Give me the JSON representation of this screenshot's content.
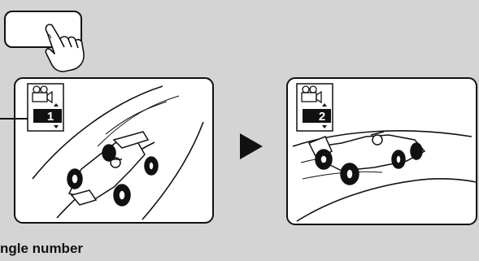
{
  "caption": {
    "text": "ngle number"
  },
  "panel_left": {
    "angle_number": "1"
  },
  "panel_right": {
    "angle_number": "2"
  },
  "colors": {
    "background": "#d4d4d4",
    "panel": "#ffffff",
    "line": "#111111"
  }
}
